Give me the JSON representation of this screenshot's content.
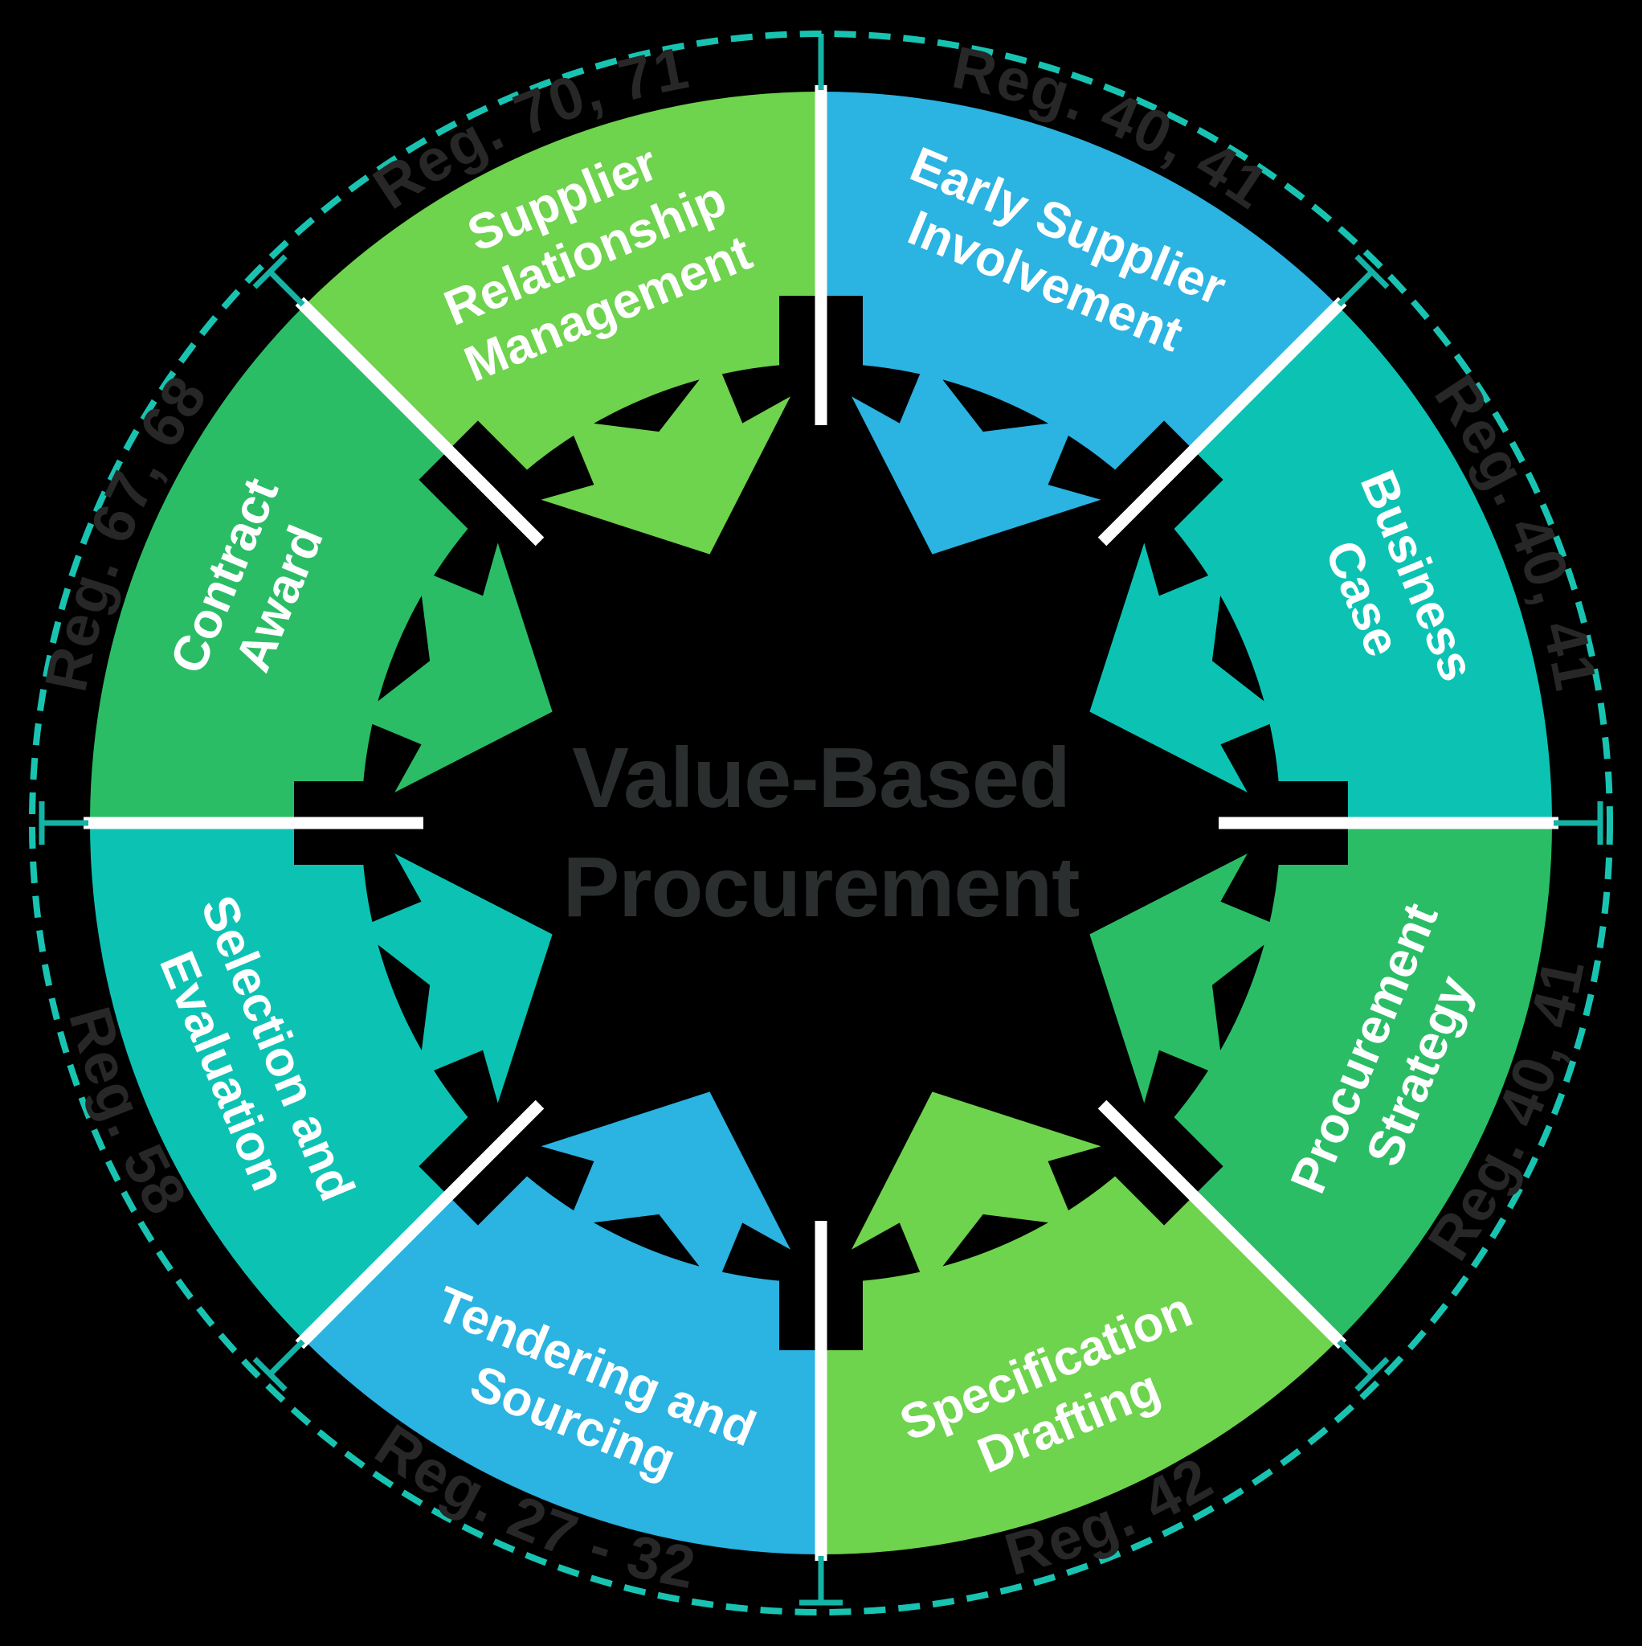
{
  "center": {
    "title_line1": "Value-Based",
    "title_line2": "Procurement",
    "text_color": "#2b2e2f"
  },
  "wheel": {
    "segments": [
      {
        "id": "early-supplier-involvement",
        "label_lines": [
          "Early Supplier",
          "Involvement"
        ],
        "reg": "Reg. 40, 41",
        "color": "#2BB3E2"
      },
      {
        "id": "business-case",
        "label_lines": [
          "Business",
          "Case"
        ],
        "reg": "Reg. 40, 41",
        "color": "#0CC3B3"
      },
      {
        "id": "procurement-strategy",
        "label_lines": [
          "Procurement",
          "Strategy"
        ],
        "reg": "Reg. 40, 41",
        "color": "#2ABD66"
      },
      {
        "id": "specification-drafting",
        "label_lines": [
          "Specification",
          "Drafting"
        ],
        "reg": "Reg. 42",
        "color": "#6ED34D"
      },
      {
        "id": "tendering-and-sourcing",
        "label_lines": [
          "Tendering and",
          "Sourcing"
        ],
        "reg": "Reg. 27 - 32",
        "color": "#2BB3E2"
      },
      {
        "id": "selection-and-evaluation",
        "label_lines": [
          "Selection and",
          "Evaluation"
        ],
        "reg": "Reg. 58",
        "color": "#0CC3B3"
      },
      {
        "id": "contract-award",
        "label_lines": [
          "Contract",
          "Award"
        ],
        "reg": "Reg. 67, 68",
        "color": "#2ABD66"
      },
      {
        "id": "supplier-relationship-management",
        "label_lines": [
          "Supplier",
          "Relationship",
          "Management"
        ],
        "reg": "Reg. 70, 71",
        "color": "#6ED34D"
      }
    ],
    "colors": {
      "background": "#000000",
      "divider": "#ffffff",
      "guide": "#14b3a6",
      "dashed_circle": "#19c3b1",
      "reg_text": "#272727",
      "label_text": "#ffffff"
    }
  }
}
